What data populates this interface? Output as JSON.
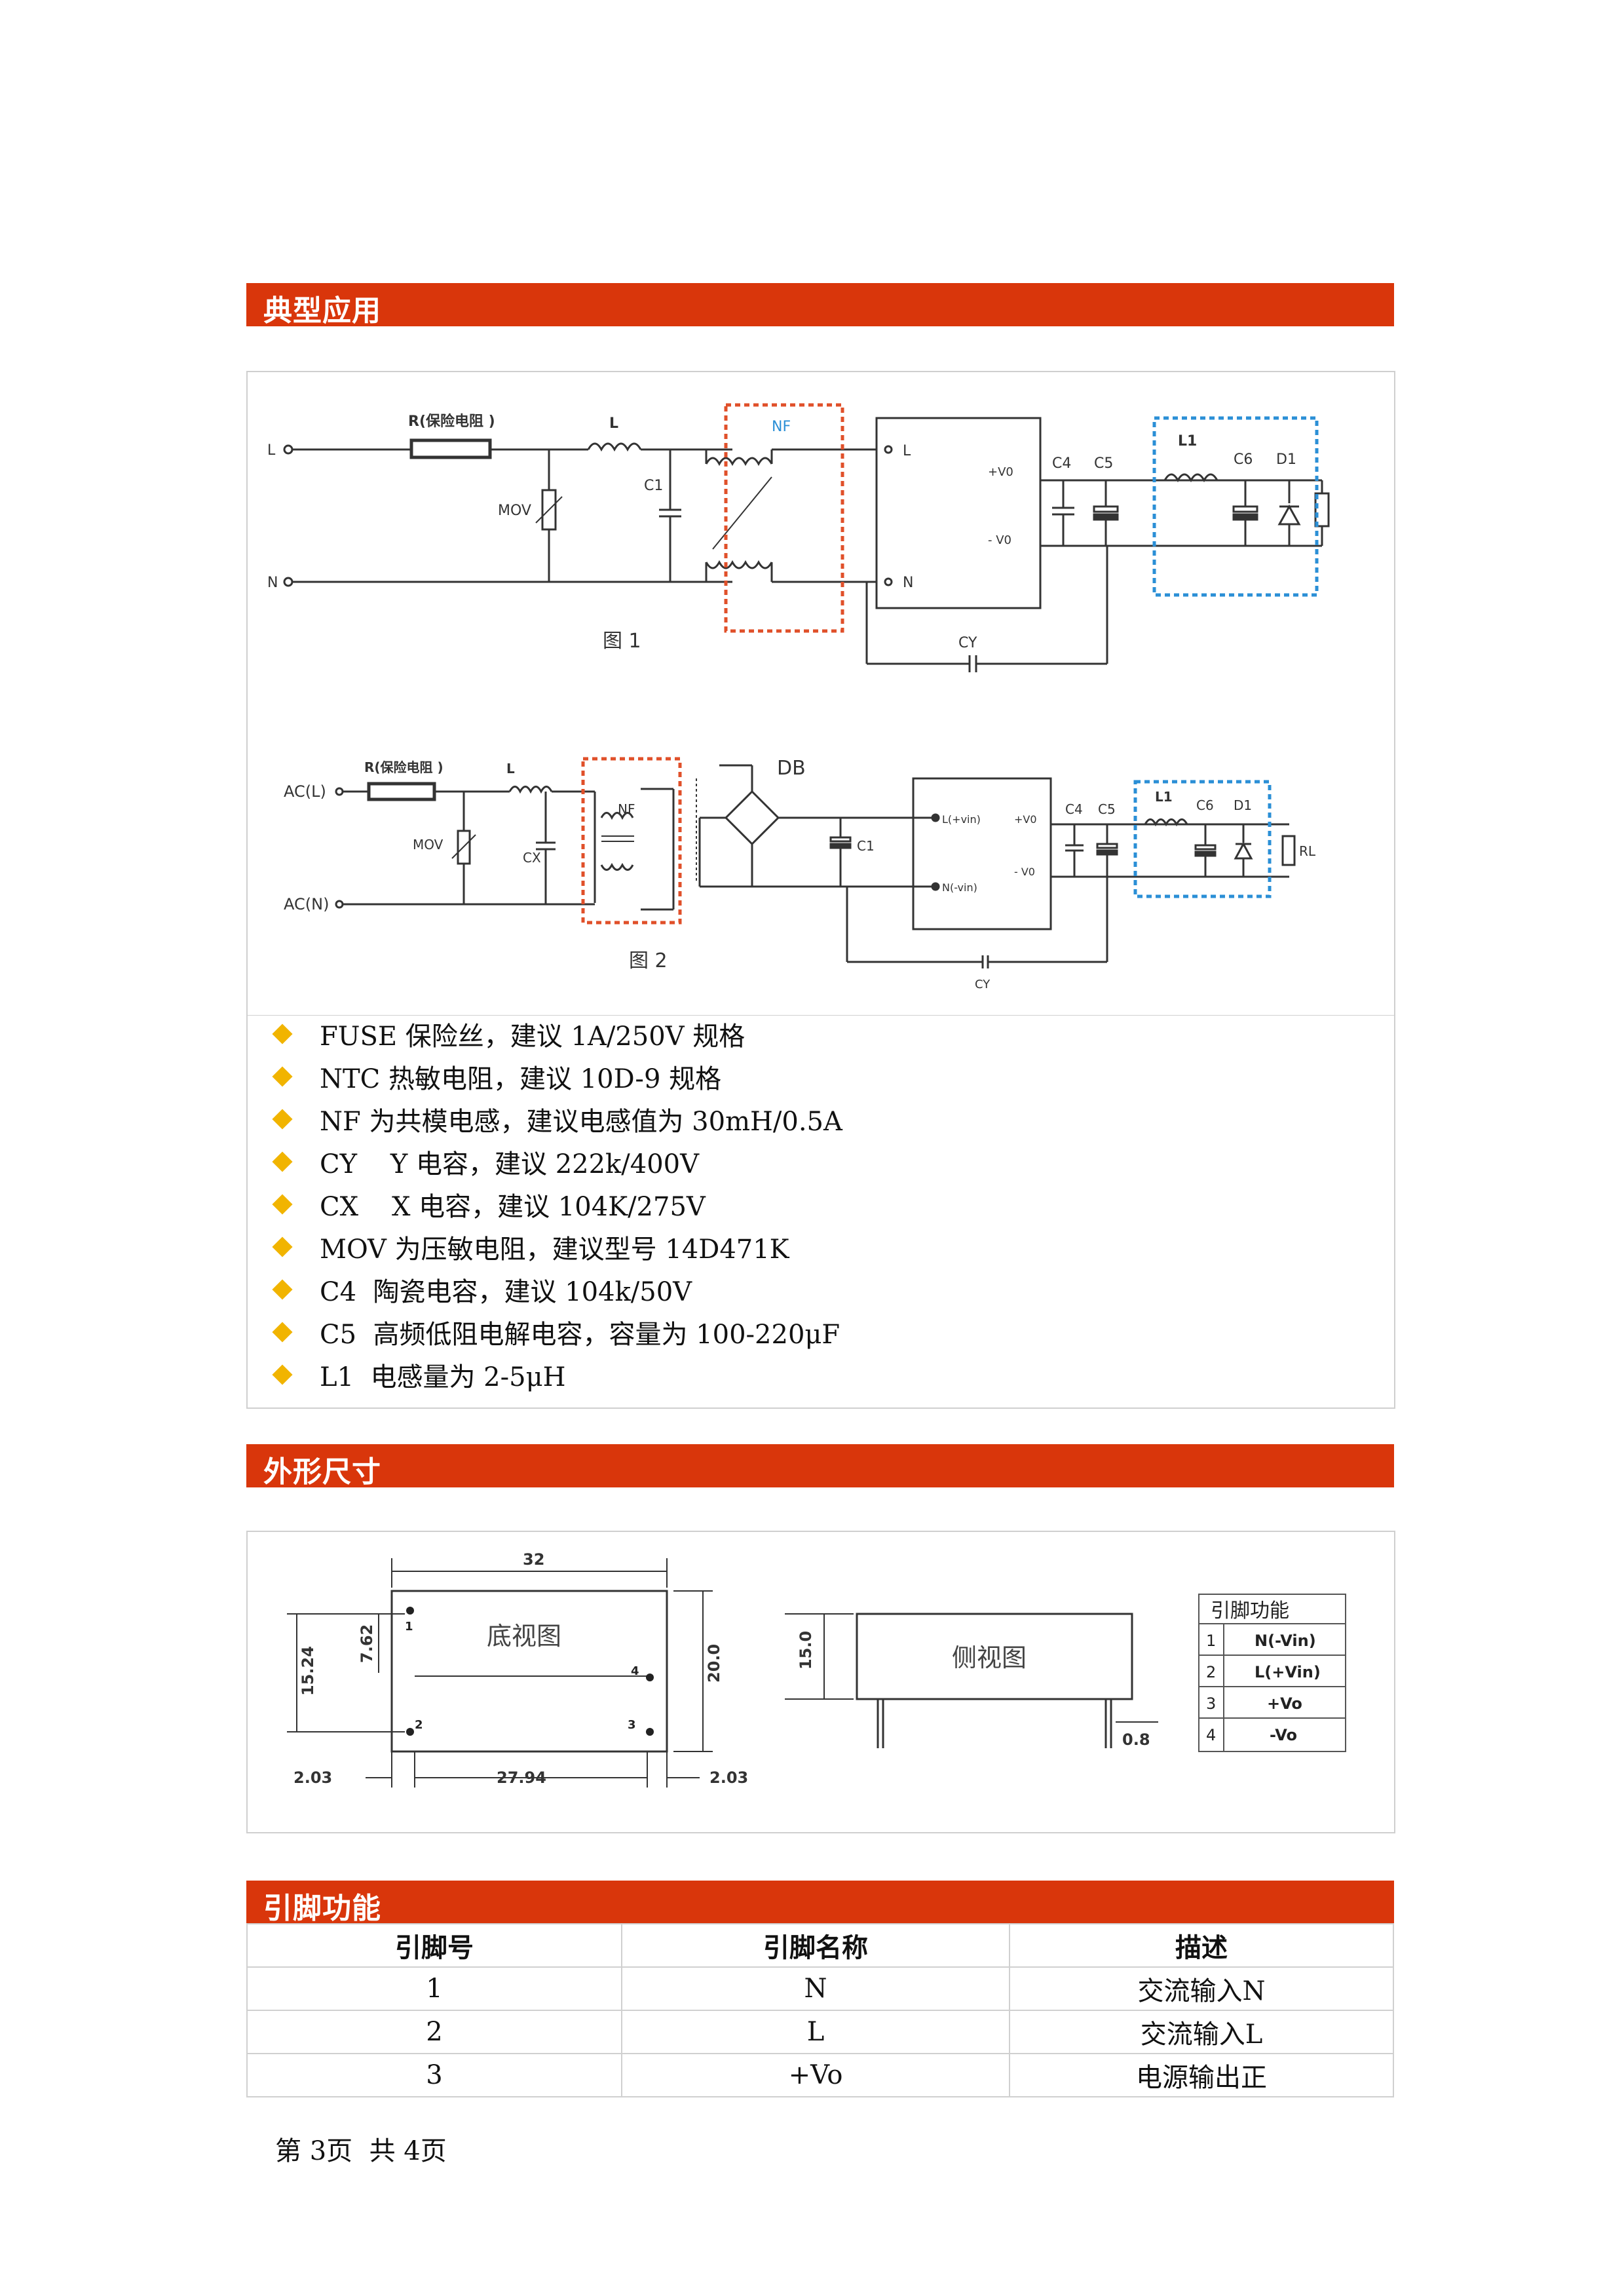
{
  "sections": {
    "typical": {
      "title": "典型应用"
    },
    "dimensions": {
      "title": "外形尺寸"
    },
    "pins": {
      "title": "引脚功能"
    }
  },
  "figure1": {
    "caption": "图 1",
    "labels": {
      "l_in": "L",
      "n_in": "N",
      "fuse": "R(保险电阻 )",
      "inductor": "L",
      "mov": "MOV",
      "c1": "C1",
      "nf": "NF",
      "mod_l": "L",
      "mod_n": "N",
      "vo_pos": "+V0",
      "vo_neg": "- V0",
      "c4": "C4",
      "c5": "C5",
      "l1": "L1",
      "c6": "C6",
      "d1": "D1",
      "cy": "CY"
    }
  },
  "figure2": {
    "caption": "图 2",
    "labels": {
      "ac_l": "AC(L)",
      "ac_n": "AC(N)",
      "fuse": "R(保险电阻 )",
      "inductor": "L",
      "mov": "MOV",
      "cx": "CX",
      "nf": "NF",
      "db": "DB",
      "c1": "C1",
      "l_vin": "L(+vin)",
      "n_vin": "N(-vin)",
      "vo_pos": "+V0",
      "vo_neg": "- V0",
      "c4": "C4",
      "c5": "C5",
      "l1": "L1",
      "c6": "C6",
      "d1": "D1",
      "rl": "RL",
      "cy": "CY"
    }
  },
  "notes": [
    "FUSE 保险丝，建议 1A/250V 规格",
    "NTC 热敏电阻，建议 10D-9 规格",
    "NF 为共模电感，建议电感值为 30mH/0.5A",
    "CY    Y 电容，建议 222k/400V",
    "CX    X 电容，建议 104K/275V",
    "MOV 为压敏电阻，建议型号 14D471K",
    "C4  陶瓷电容，建议 104k/50V",
    "C5  高频低阻电解电容，容量为 100-220μF",
    "L1  电感量为 2-5μH"
  ],
  "drawing": {
    "bottom_view": "底视图",
    "side_view": "侧视图",
    "dims": {
      "width": "32",
      "height": "20.0",
      "pin_span_v": "15.24",
      "pin_offset": "7.62",
      "edge_left": "2.03",
      "pin_span_h": "27.94",
      "edge_right": "2.03",
      "side_height": "15.0",
      "pin_dia": "0.8"
    },
    "pin_numbers": [
      "1",
      "2",
      "3",
      "4"
    ],
    "mini_table": {
      "title": "引脚功能",
      "rows": [
        {
          "no": "1",
          "name": "N(-Vin)"
        },
        {
          "no": "2",
          "name": "L(+Vin)"
        },
        {
          "no": "3",
          "name": "+Vo"
        },
        {
          "no": "4",
          "name": "-Vo"
        }
      ]
    }
  },
  "pin_table": {
    "headers": [
      "引脚号",
      "引脚名称",
      "描述"
    ],
    "rows": [
      [
        "1",
        "N",
        "交流输入N"
      ],
      [
        "2",
        "L",
        "交流输入L"
      ],
      [
        "3",
        "+Vo",
        "电源输出正"
      ]
    ]
  },
  "footer": "第 3页  共 4页",
  "colors": {
    "header_bar": "#d9360b",
    "bullet": "#f1b400",
    "nf_box": "#e0502a",
    "filter_box": "#2b8fd6"
  }
}
